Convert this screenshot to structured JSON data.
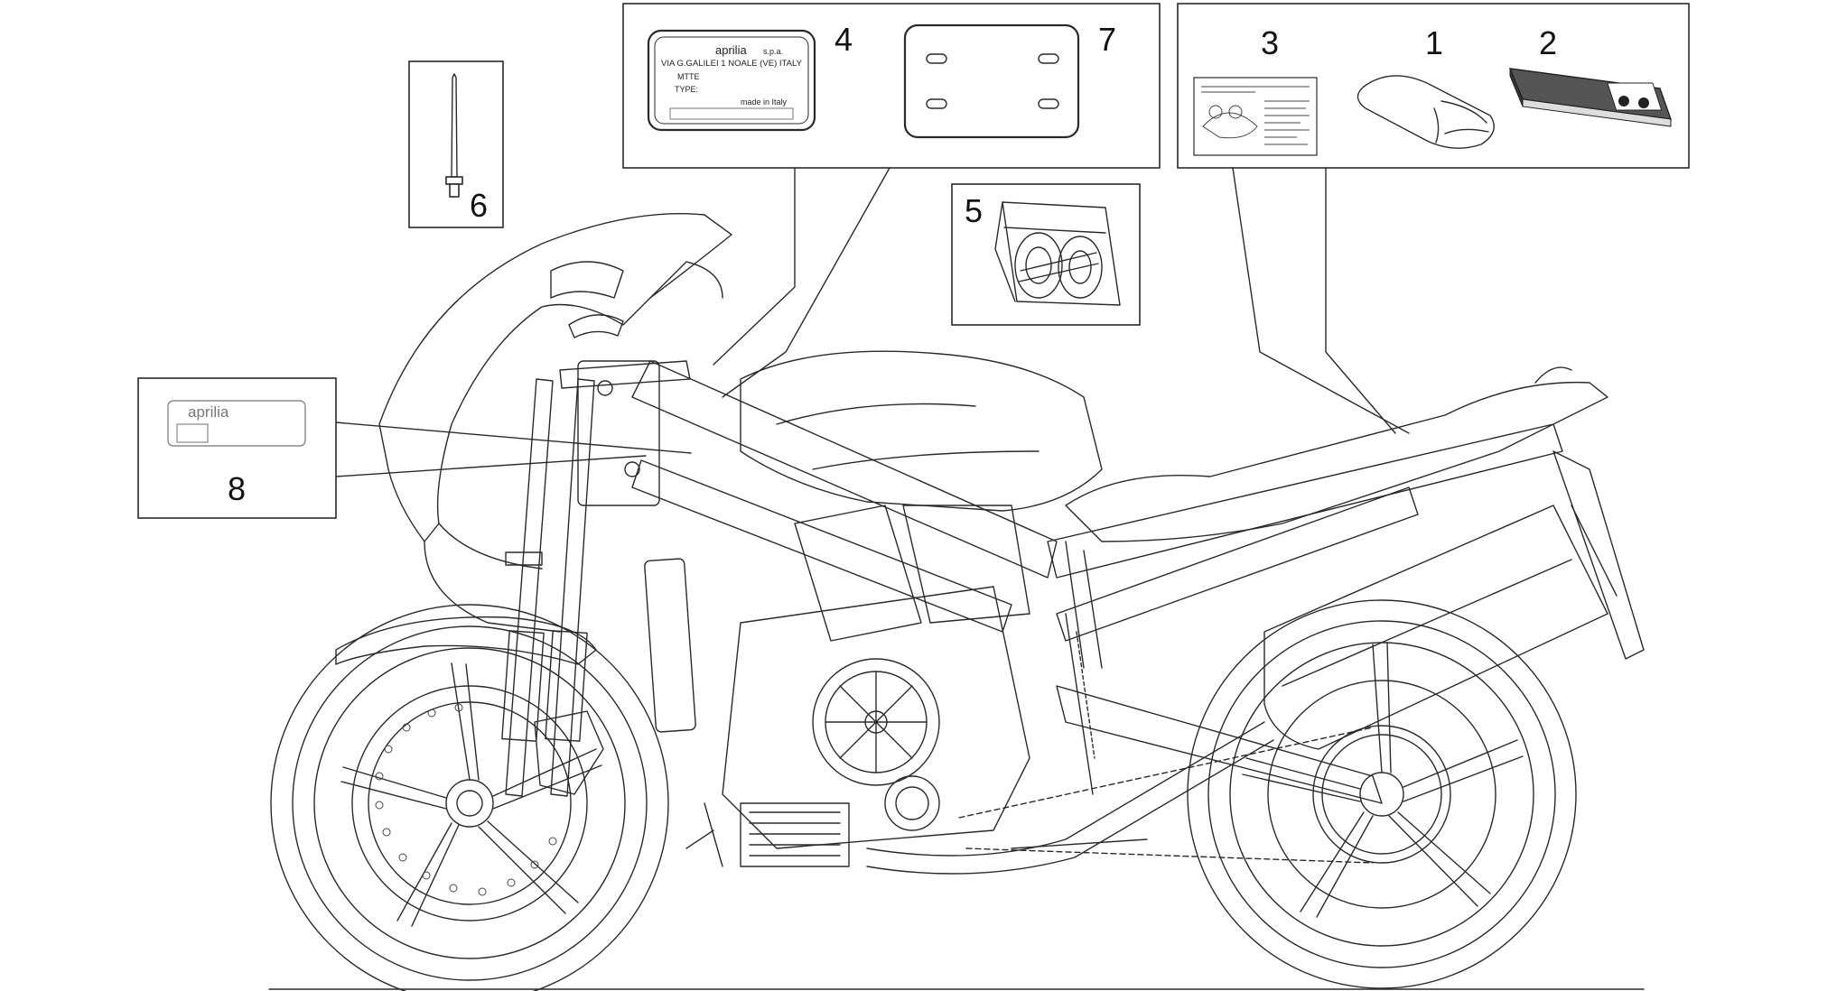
{
  "callouts": {
    "c1": "1",
    "c2": "2",
    "c3": "3",
    "c4": "4",
    "c5": "5",
    "c6": "6",
    "c7": "7",
    "c8": "8"
  },
  "plate_label": {
    "brand": "aprilia",
    "company": "s.p.a.",
    "address": "VIA G.GALILEI 1 NOALE (VE) ITALY",
    "field_1": "MTTE",
    "field_2": "TYPE:",
    "made_in": "made in Italy"
  },
  "sticker_label": {
    "brand": "aprilia"
  },
  "colors": {
    "line": "#2a2a2a",
    "background": "#ffffff"
  }
}
